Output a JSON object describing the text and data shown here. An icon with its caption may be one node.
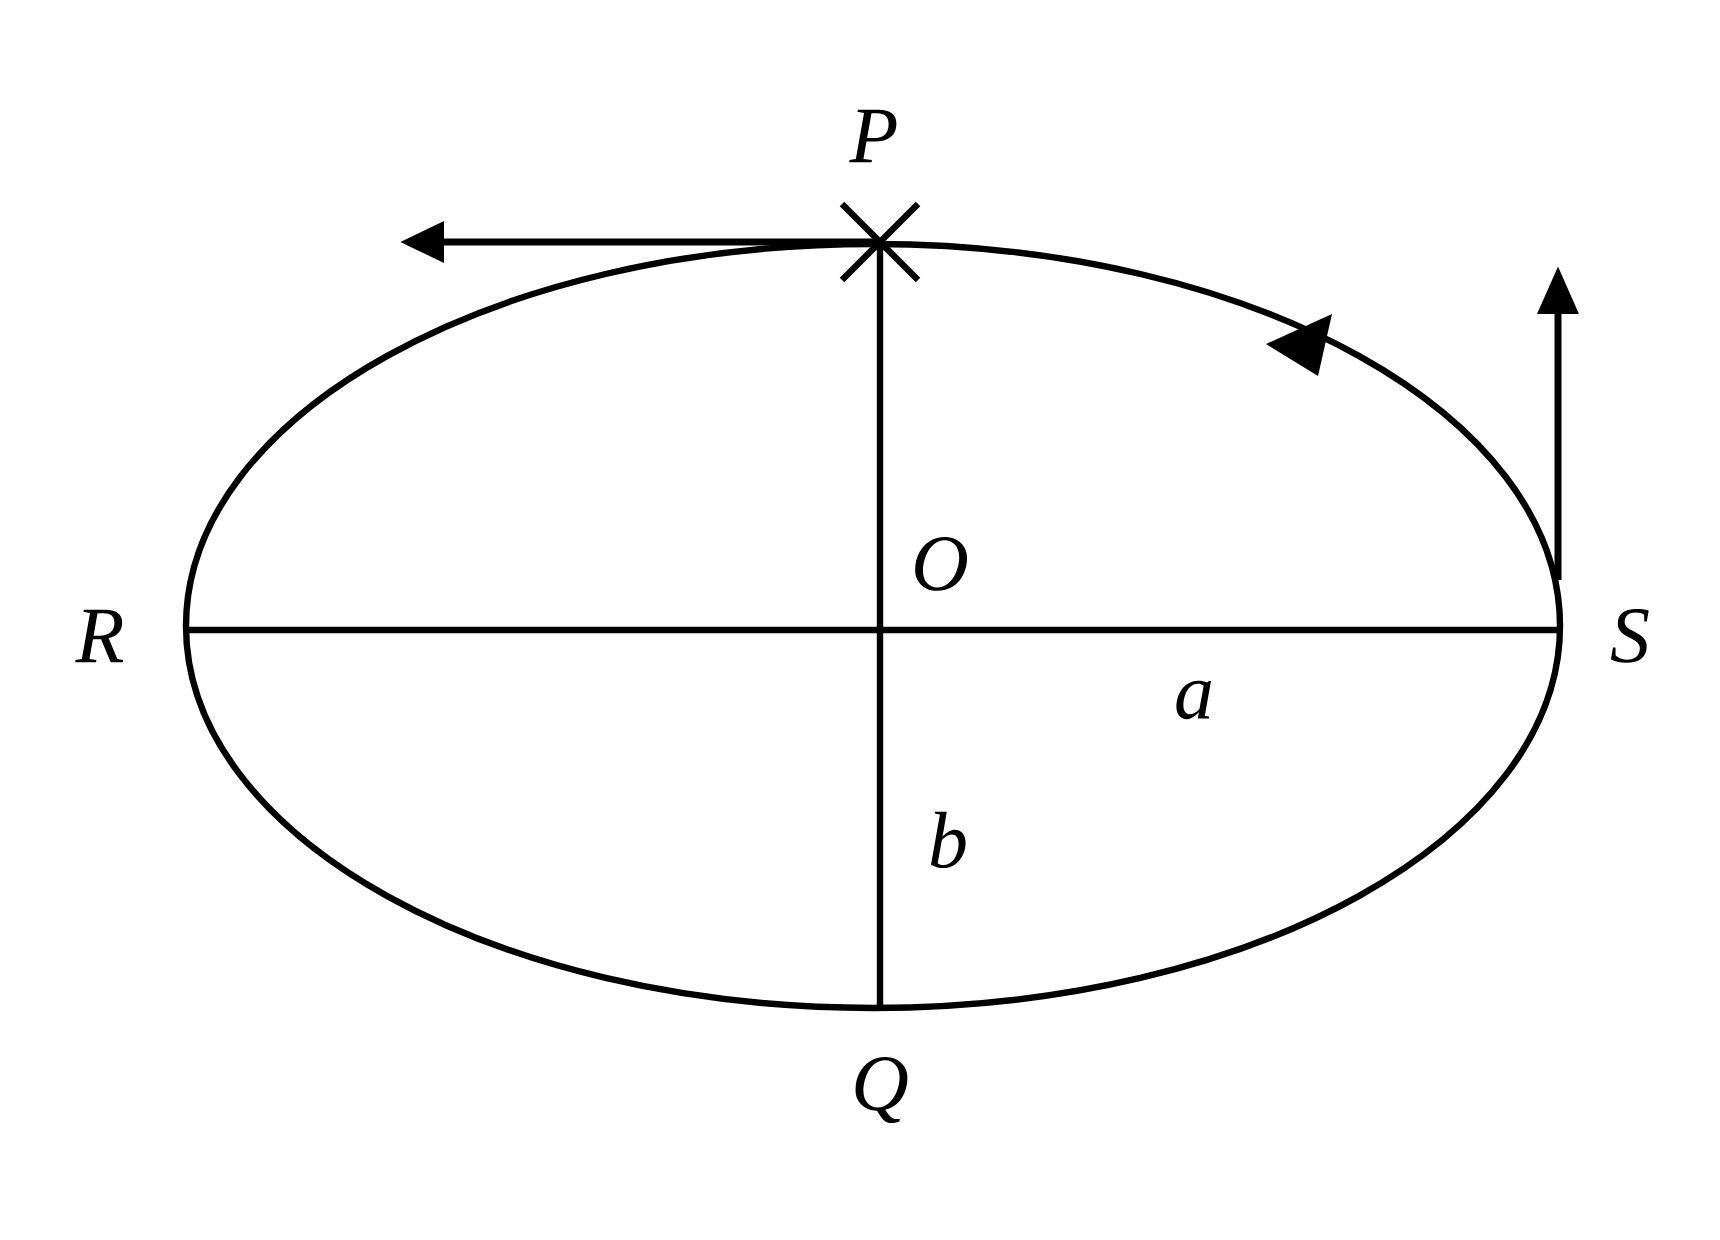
{
  "diagram": {
    "labels": [
      "P",
      "O",
      "R",
      "S",
      "a",
      "b",
      "Q"
    ]
  }
}
